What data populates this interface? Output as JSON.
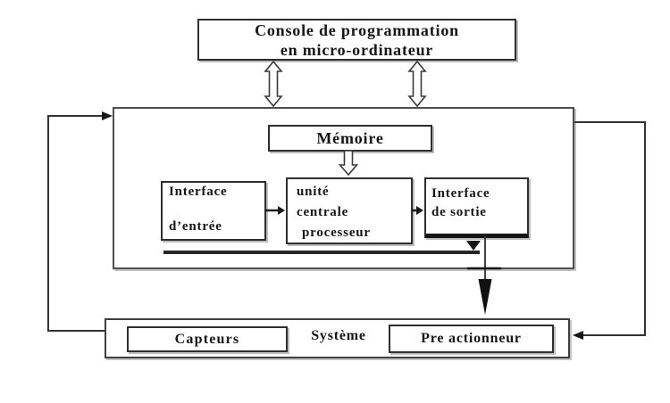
{
  "console": {
    "line1": "Console de programmation",
    "line2": "en micro-ordinateur"
  },
  "controller": {
    "memory_label": "Mémoire",
    "input_interface": {
      "line1": "Interface",
      "line2": "d’entrée"
    },
    "cpu": {
      "line1": "unité",
      "line2": "centrale",
      "line3": "processeur"
    },
    "output_interface": {
      "line1": "Interface",
      "line2": "de sortie"
    }
  },
  "process": {
    "sensors_label": "Capteurs",
    "system_label": "Système",
    "preactuator_label": "Pre actionneur"
  },
  "icons": {
    "console_links": "double-headed-hollow-vertical-arrow",
    "memory_to_cpu": "hollow-down-arrow",
    "data_flow": "solid-right-arrow",
    "output_to_system": "solid-down-arrow",
    "feedback_loops": "rectangular-feedback-line"
  },
  "colors": {
    "background": "#ffffff",
    "ink": "#151515",
    "box_border": "#2f2f2f",
    "frame_border": "#4f4f4f",
    "shadow_gray": "#bdbdbd"
  }
}
